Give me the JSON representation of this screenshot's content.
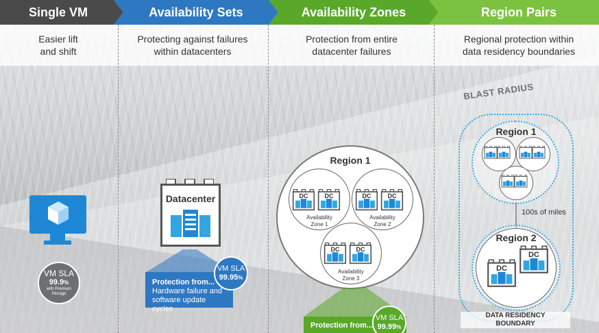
{
  "header": {
    "segments": [
      {
        "label": "Single VM",
        "color": "#4a4a4a"
      },
      {
        "label": "Availability Sets",
        "color": "#2e78c2"
      },
      {
        "label": "Availability Zones",
        "color": "#5aa82a"
      },
      {
        "label": "Region Pairs",
        "color": "#7cc241"
      }
    ]
  },
  "descriptions": {
    "single_vm": [
      "Easier lift",
      "and shift"
    ],
    "availability_sets": [
      "Protecting against failures",
      "within datacenters"
    ],
    "availability_zones": [
      "Protection from entire",
      "datacenter failures"
    ],
    "region_pairs": [
      "Regional protection within",
      "data residency boundaries"
    ]
  },
  "blast_radius": "BLAST RADIUS",
  "single_vm": {
    "icon": "vm-monitor-icon",
    "sla_label": "VM SLA",
    "sla_value": "99.9",
    "sla_unit": "%",
    "sla_note": "with Premium Storage"
  },
  "availability_sets": {
    "datacenter_label": "Datacenter",
    "protect_title": "Protection from...",
    "protect_desc": [
      "Hardware failure and",
      "software update cycles"
    ],
    "sla_label": "VM SLA",
    "sla_value": "99.95",
    "sla_unit": "%"
  },
  "availability_zones": {
    "region_label": "Region 1",
    "dc_label": "DC",
    "zones": [
      [
        "Availability",
        "Zone 1"
      ],
      [
        "Availability",
        "Zone 2"
      ],
      [
        "Availability",
        "Zone 3"
      ]
    ],
    "protect_title": "Protection from...",
    "sla_label": "VM SLA",
    "sla_value": "99.99",
    "sla_unit": "%"
  },
  "region_pairs": {
    "region1_label": "Region 1",
    "region2_label": "Region 2",
    "dc_label": "DC",
    "distance": "100s of miles",
    "boundary_label": [
      "DATA RESIDENCY",
      "BOUNDARY"
    ]
  },
  "colors": {
    "azure_blue": "#1e88d6",
    "sets_blue": "#2e78c2",
    "zones_green": "#5aa82a",
    "dotted_blue": "#31a6e0",
    "badge_gray": "#6d6f71"
  }
}
